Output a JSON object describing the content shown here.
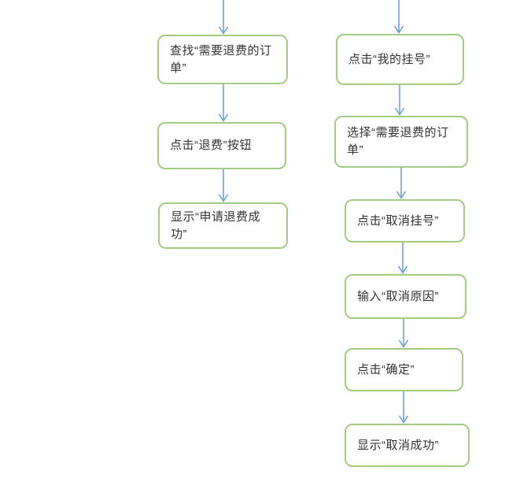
{
  "diagram": {
    "type": "flowchart",
    "colors": {
      "box_border": "#a4cb82",
      "box_fill": "#ffffff",
      "arrow": "#6fa2d9",
      "text": "#333333",
      "page_bg": "#ffffff"
    },
    "flow_left": {
      "description": "refund flow",
      "steps": [
        {
          "text": "查找“需要退费的订\n单”"
        },
        {
          "text": "点击“退费”按钮"
        },
        {
          "text": "显示“申请退费成\n功”"
        }
      ]
    },
    "flow_right": {
      "description": "cancel registration flow",
      "steps": [
        {
          "text": "点击“我的挂号”"
        },
        {
          "text": "选择“需要退费的订\n单”"
        },
        {
          "text": "点击“取消挂号”"
        },
        {
          "text": "输入“取消原因”"
        },
        {
          "text": "点击“确定”"
        },
        {
          "text": "显示“取消成功”"
        }
      ]
    }
  }
}
